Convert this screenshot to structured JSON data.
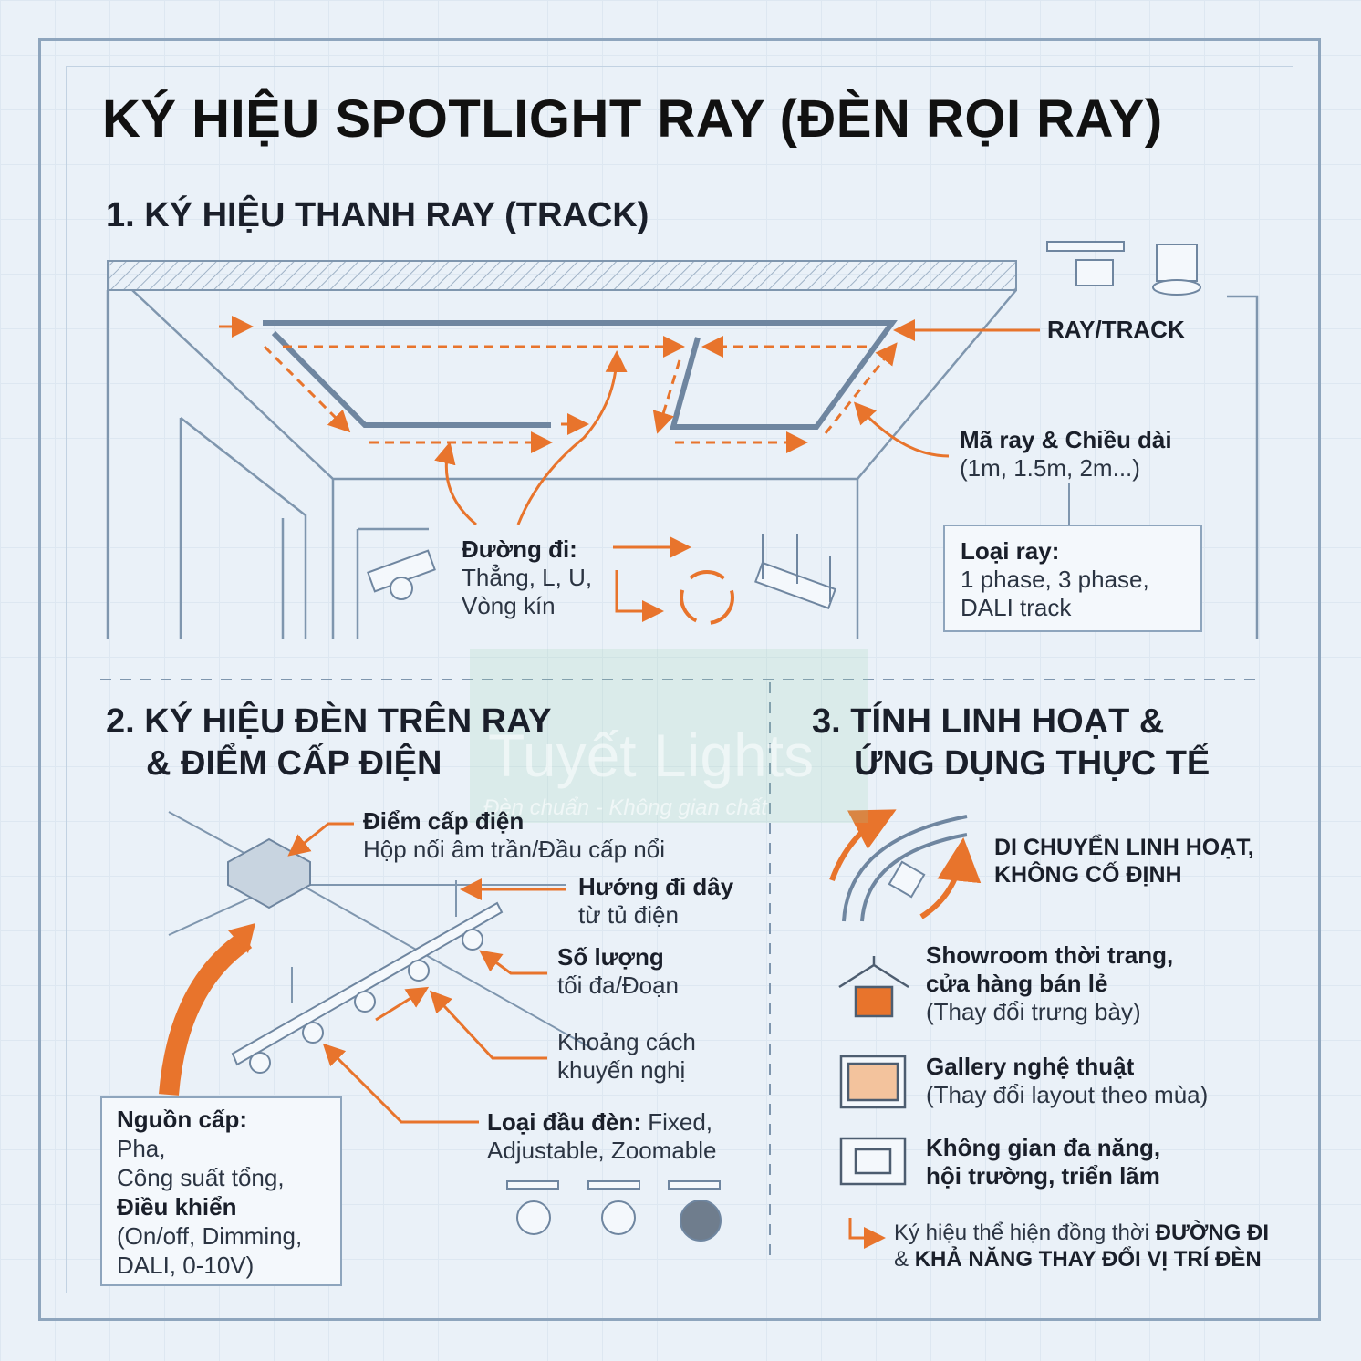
{
  "title": "KÝ HIỆU SPOTLIGHT RAY (ĐÈN RỌI RAY)",
  "colors": {
    "accent": "#e8742c",
    "line": "#7f96ae",
    "background": "#eaf1f8"
  },
  "watermark": {
    "name": "Tuyết Lights",
    "slogan": "Đèn chuẩn - Không gian chất"
  },
  "section1": {
    "heading": "1. KÝ HIỆU THANH RAY (TRACK)",
    "ray_track": "RAY/TRACK",
    "code_length": {
      "line1": "Mã ray & Chiều dài",
      "line2": "(1m, 1.5m, 2m...)"
    },
    "track_type": {
      "label": "Loại ray:",
      "line1": "1 phase, 3 phase,",
      "line2": "DALI track"
    },
    "path": {
      "label": "Đường đi:",
      "line1": "Thẳng, L, U,",
      "line2": "Vòng kín"
    }
  },
  "section2": {
    "heading_line1": "2. KÝ HIỆU ĐÈN TRÊN RAY",
    "heading_line2": "& ĐIỂM CẤP ĐIỆN",
    "feed_point": {
      "label": "Điểm cấp điện",
      "sub": "Hộp nối âm trần/Đầu cấp nổi"
    },
    "wiring": {
      "label": "Hướng đi dây",
      "sub": "từ tủ điện"
    },
    "quantity": {
      "label": "Số lượng",
      "sub": "tối đa/Đoạn"
    },
    "spacing": {
      "line1": "Khoảng cách",
      "line2": "khuyến nghị"
    },
    "head_type": {
      "label": "Loại đầu đèn:",
      "value": " Fixed,",
      "line2": "Adjustable, Zoomable"
    },
    "source": {
      "label": "Nguồn cấp:",
      "line1": "Pha,",
      "line2": "Công suất tổng,",
      "line3": "Điều khiển",
      "line4": "(On/off, Dimming,",
      "line5": "DALI, 0-10V)"
    }
  },
  "section3": {
    "heading_line1": "3. TÍNH LINH HOẠT &",
    "heading_line2": "ỨNG DỤNG THỰC TẾ",
    "flex": {
      "line1": "DI CHUYỂN LINH HOẠT,",
      "line2": "KHÔNG CỐ ĐỊNH"
    },
    "apps": [
      {
        "icon": "hanger-icon",
        "line1": "Showroom thời trang,",
        "line2": "cửa hàng bán lẻ",
        "line3": "(Thay đổi trưng bày)"
      },
      {
        "icon": "picture-frame-icon",
        "line1": "Gallery nghệ thuật",
        "line2": "(Thay đổi layout theo mùa)"
      },
      {
        "icon": "hall-icon",
        "line1": "Không gian đa năng,",
        "line2": "hội trường, triển lãm"
      }
    ],
    "summary": {
      "text1": "Ký hiệu thể hiện đồng thời ",
      "bold1": "ĐƯỜNG ĐI",
      "text2": "& ",
      "bold2": "KHẢ NĂNG THAY ĐỔI VỊ TRÍ ĐÈN"
    }
  }
}
